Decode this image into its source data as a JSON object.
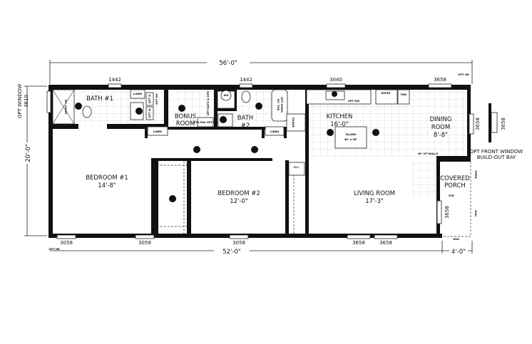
{
  "dimensions": {
    "overall_length": "56'-0\"",
    "floor_length": "52'-0\"",
    "porch_depth": "4'-0\"",
    "width": "20'-0\"",
    "opt_window_label": "OPT WINDOW",
    "opt_window_size": "3610"
  },
  "windows": {
    "top": [
      "1442",
      "1442",
      "3040",
      "3658"
    ],
    "bottom": [
      "3058",
      "3058",
      "3058",
      "3658",
      "3658"
    ],
    "right": "3658",
    "bay": "3658",
    "porch": "3658",
    "opt_hb_top": "OPT HB",
    "opt_hb_bottom": "OPT HB"
  },
  "rooms": {
    "bath1": "BATH #1",
    "bonus": [
      "BONUS",
      "ROOM"
    ],
    "bath2": [
      "BATH",
      "#2"
    ],
    "kitchen": {
      "name": "KITCHEN",
      "size": "16'-0\""
    },
    "dining": {
      "name": [
        "DINING",
        "ROOM"
      ],
      "size": "8'-8\""
    },
    "bedroom1": {
      "name": "BEDROOM #1",
      "size": "14'-8\""
    },
    "bedroom2": {
      "name": "BEDROOM #2",
      "size": "12'-0\""
    },
    "living": {
      "name": "LIVING ROOM",
      "size": "17'-3\""
    },
    "porch": [
      "COVERED",
      "PORCH"
    ]
  },
  "fixtures": {
    "linen": "LINEN",
    "shower": "60\" SHWR",
    "opt_dh": "OPT DH",
    "opt_d": "OPT D",
    "opt_w": "OPT W",
    "opt_bath": "OPT BATH & OPH",
    "stn_pav": "STN-PAV OPT HF",
    "wh": "WH",
    "tub": [
      "60\" TUB",
      "OPT SHWR"
    ],
    "range": "RANGE",
    "refer": "REFER",
    "pan": "PAN",
    "opt_dw": "OPT DW",
    "island": [
      "ISLAND",
      "48\" x 36\""
    ],
    "ht_walls": "36\" HT WALLS",
    "gc": "G.C.",
    "std": "STD",
    "open": "OPEN",
    "rail": "RAIL"
  },
  "notes": {
    "bay": [
      "OPT FRONT WINDOW",
      "BUILD-OUT BAY"
    ]
  }
}
